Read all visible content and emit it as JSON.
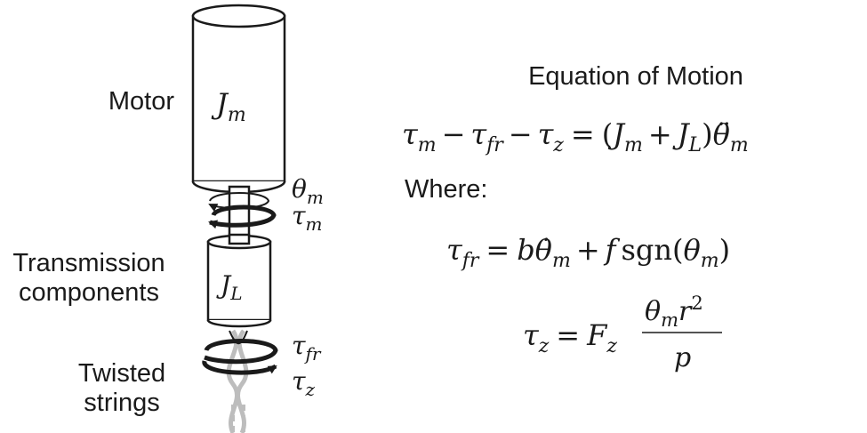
{
  "labels": {
    "motor": "Motor",
    "transmission_line1": "Transmission",
    "transmission_line2": "components",
    "twisted_line1": "Twisted",
    "twisted_line2": "strings"
  },
  "equations": {
    "title": "Equation of Motion",
    "where": "Where:"
  },
  "colors": {
    "stroke": "#1a1a1a",
    "string": "#bdbdbd"
  }
}
